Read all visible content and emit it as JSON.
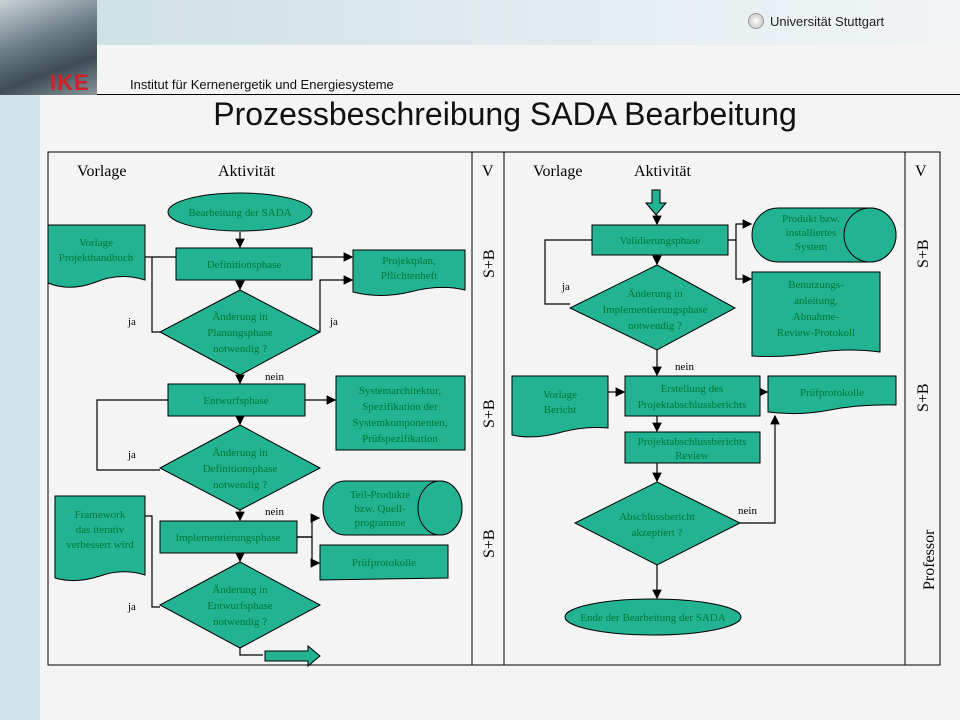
{
  "header": {
    "logo_text": "IKE",
    "institute": "Institut für Kernenergetik und Energiesysteme",
    "university": "Universität Stuttgart",
    "title": "Prozessbeschreibung SADA Bearbeitung"
  },
  "columns": {
    "left": {
      "vorlage": "Vorlage",
      "aktivitaet": "Aktivität",
      "v": "V"
    },
    "right": {
      "vorlage": "Vorlage",
      "aktivitaet": "Aktivität",
      "v": "V"
    }
  },
  "left": {
    "start": "Bearbeitung der SADA",
    "vorlage_projekthandbuch": [
      "Vorlage",
      "Projekthandbuch"
    ],
    "definitionsphase": "Definitionsphase",
    "projektplan": [
      "Projektplan,",
      "Pflichtenheft"
    ],
    "decision1": [
      "Änderung in",
      "Planungsphase",
      "notwendig ?"
    ],
    "entwurfsphase": "Entwurfsphase",
    "systemarchitektur": [
      "Systemarchitektur,",
      "Spezifikation der",
      "Systemkomponenten,",
      "Prüfspezifikation"
    ],
    "decision2": [
      "Änderung in",
      "Definitionsphase",
      "notwendig ?"
    ],
    "framework": [
      "Framework",
      "das iterativ",
      "verbessert wird"
    ],
    "teilprodukte": [
      "Teil-Produkte",
      "bzw. Quell-",
      "programme"
    ],
    "implementierungsphase": "Implementierungsphase",
    "pruefprotokolle": "Prüfprotokolle",
    "decision3": [
      "Änderung in",
      "Entwurfsphase",
      "notwendig ?"
    ]
  },
  "right": {
    "validierungsphase": "Validierungsphase",
    "produkt": [
      "Produkt bzw.",
      "installiertes",
      "System"
    ],
    "benutzung": [
      "Benutzungs-",
      "anleitung,",
      "Abnahme-",
      "Review-Protokoll"
    ],
    "decision4": [
      "Änderung in",
      "Implementierungsphase",
      "notwendig ?"
    ],
    "vorlage_bericht": [
      "Vorlage",
      "Bericht"
    ],
    "erstellung": [
      "Erstellung des",
      "Projektabschlussberichts"
    ],
    "pruefprotokolle": "Prüfprotokolle",
    "review": [
      "Projektabschlussberichts",
      "Review"
    ],
    "decision5": [
      "Abschlussbericht",
      "akzeptiert ?"
    ],
    "end": "Ende der Bearbeitung der SADA"
  },
  "labels": {
    "ja": "ja",
    "nein": "nein"
  },
  "responsibility": {
    "sb": "S+B",
    "professor": "Professor"
  },
  "colors": {
    "shape": "#22b393",
    "strip": "#cfe4ec"
  }
}
